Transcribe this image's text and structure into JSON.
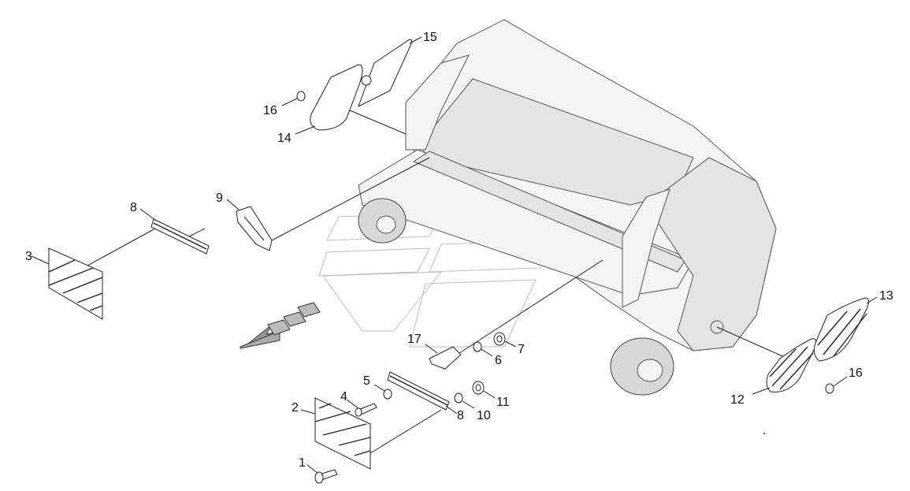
{
  "diagram": {
    "callouts": [
      {
        "id": "c1",
        "text": "1"
      },
      {
        "id": "c2",
        "text": "2"
      },
      {
        "id": "c3",
        "text": "3"
      },
      {
        "id": "c4",
        "text": "4"
      },
      {
        "id": "c5",
        "text": "5"
      },
      {
        "id": "c6",
        "text": "6"
      },
      {
        "id": "c7",
        "text": "7"
      },
      {
        "id": "c8a",
        "text": "8"
      },
      {
        "id": "c8b",
        "text": "8"
      },
      {
        "id": "c9",
        "text": "9"
      },
      {
        "id": "c10",
        "text": "10"
      },
      {
        "id": "c11",
        "text": "11"
      },
      {
        "id": "c12",
        "text": "12"
      },
      {
        "id": "c13",
        "text": "13"
      },
      {
        "id": "c14",
        "text": "14"
      },
      {
        "id": "c15",
        "text": "15"
      },
      {
        "id": "c16a",
        "text": "16"
      },
      {
        "id": "c16b",
        "text": "16"
      },
      {
        "id": "c17",
        "text": "17"
      }
    ],
    "colors": {
      "line": "#222222",
      "ghost_logo": "#bdbdbd",
      "machine_fill": "#f4f4f4"
    }
  }
}
